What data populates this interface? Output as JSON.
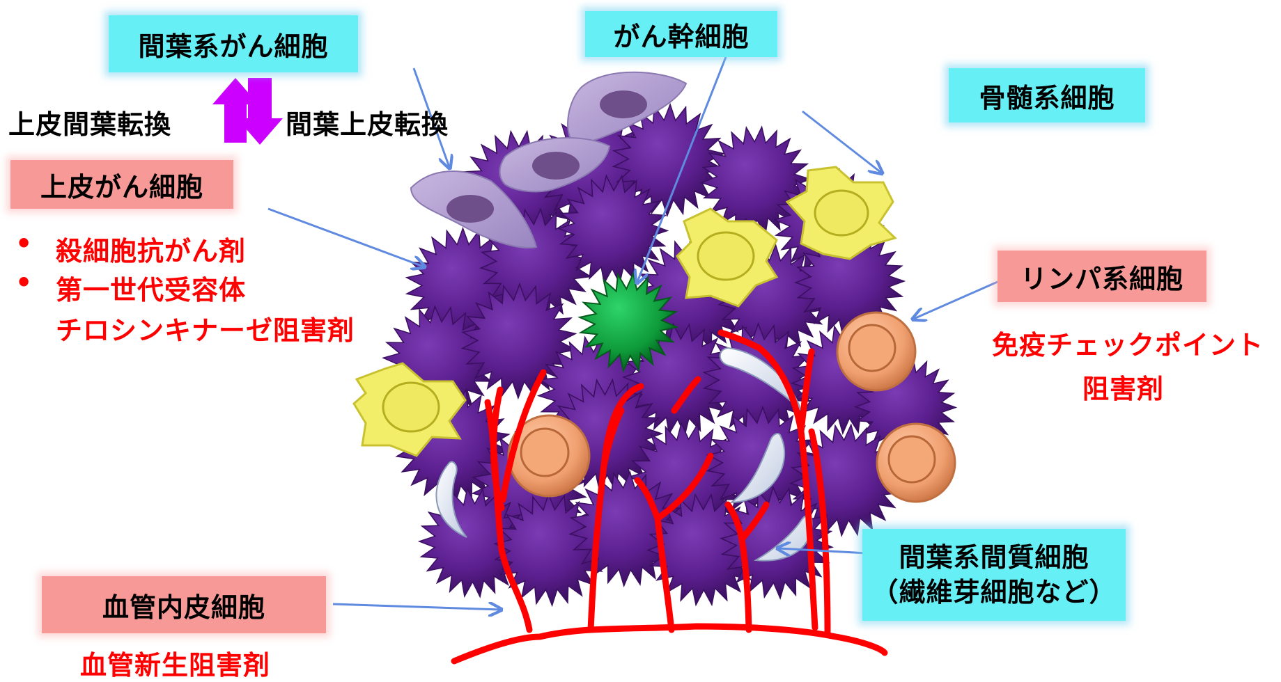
{
  "labels": {
    "mesenchymal_cancer_cell": "間葉系がん細胞",
    "cancer_stem_cell": "がん幹細胞",
    "myeloid_cell": "骨髄系細胞",
    "emt": "上皮間葉転換",
    "met": "間葉上皮転換",
    "epithelial_cancer_cell": "上皮がん細胞",
    "lymphoid_cell": "リンパ系細胞",
    "mesenchymal_stromal_line1": "間葉系間質細胞",
    "mesenchymal_stromal_line2": "（繊維芽細胞など）",
    "vascular_endothelial_cell": "血管内皮細胞"
  },
  "drugs": {
    "cytotoxic": "殺細胞抗がん剤",
    "tki_line1": "第一世代受容体",
    "tki_line2": "チロシンキナーゼ阻害剤",
    "checkpoint_line1": "免疫チェックポイント",
    "checkpoint_line2": "阻害剤",
    "angiogenesis": "血管新生阻害剤",
    "bullet": "•"
  },
  "colors": {
    "tumor_cell": "#5c1f8f",
    "stem_cell": "#0e9a3a",
    "mesenchymal_cell": "#a792c9",
    "myeloid_cell": "#f2ee6a",
    "lymphoid_cell": "#f0a070",
    "stromal_cell": "#dde6f5",
    "vessel": "#ff0000",
    "arrow": "#5f8ae0",
    "transition_arrow": "#cc00ff",
    "label_cyan": "#66f0f5",
    "label_pink": "#f79a97",
    "drug_text": "#ff0000"
  }
}
